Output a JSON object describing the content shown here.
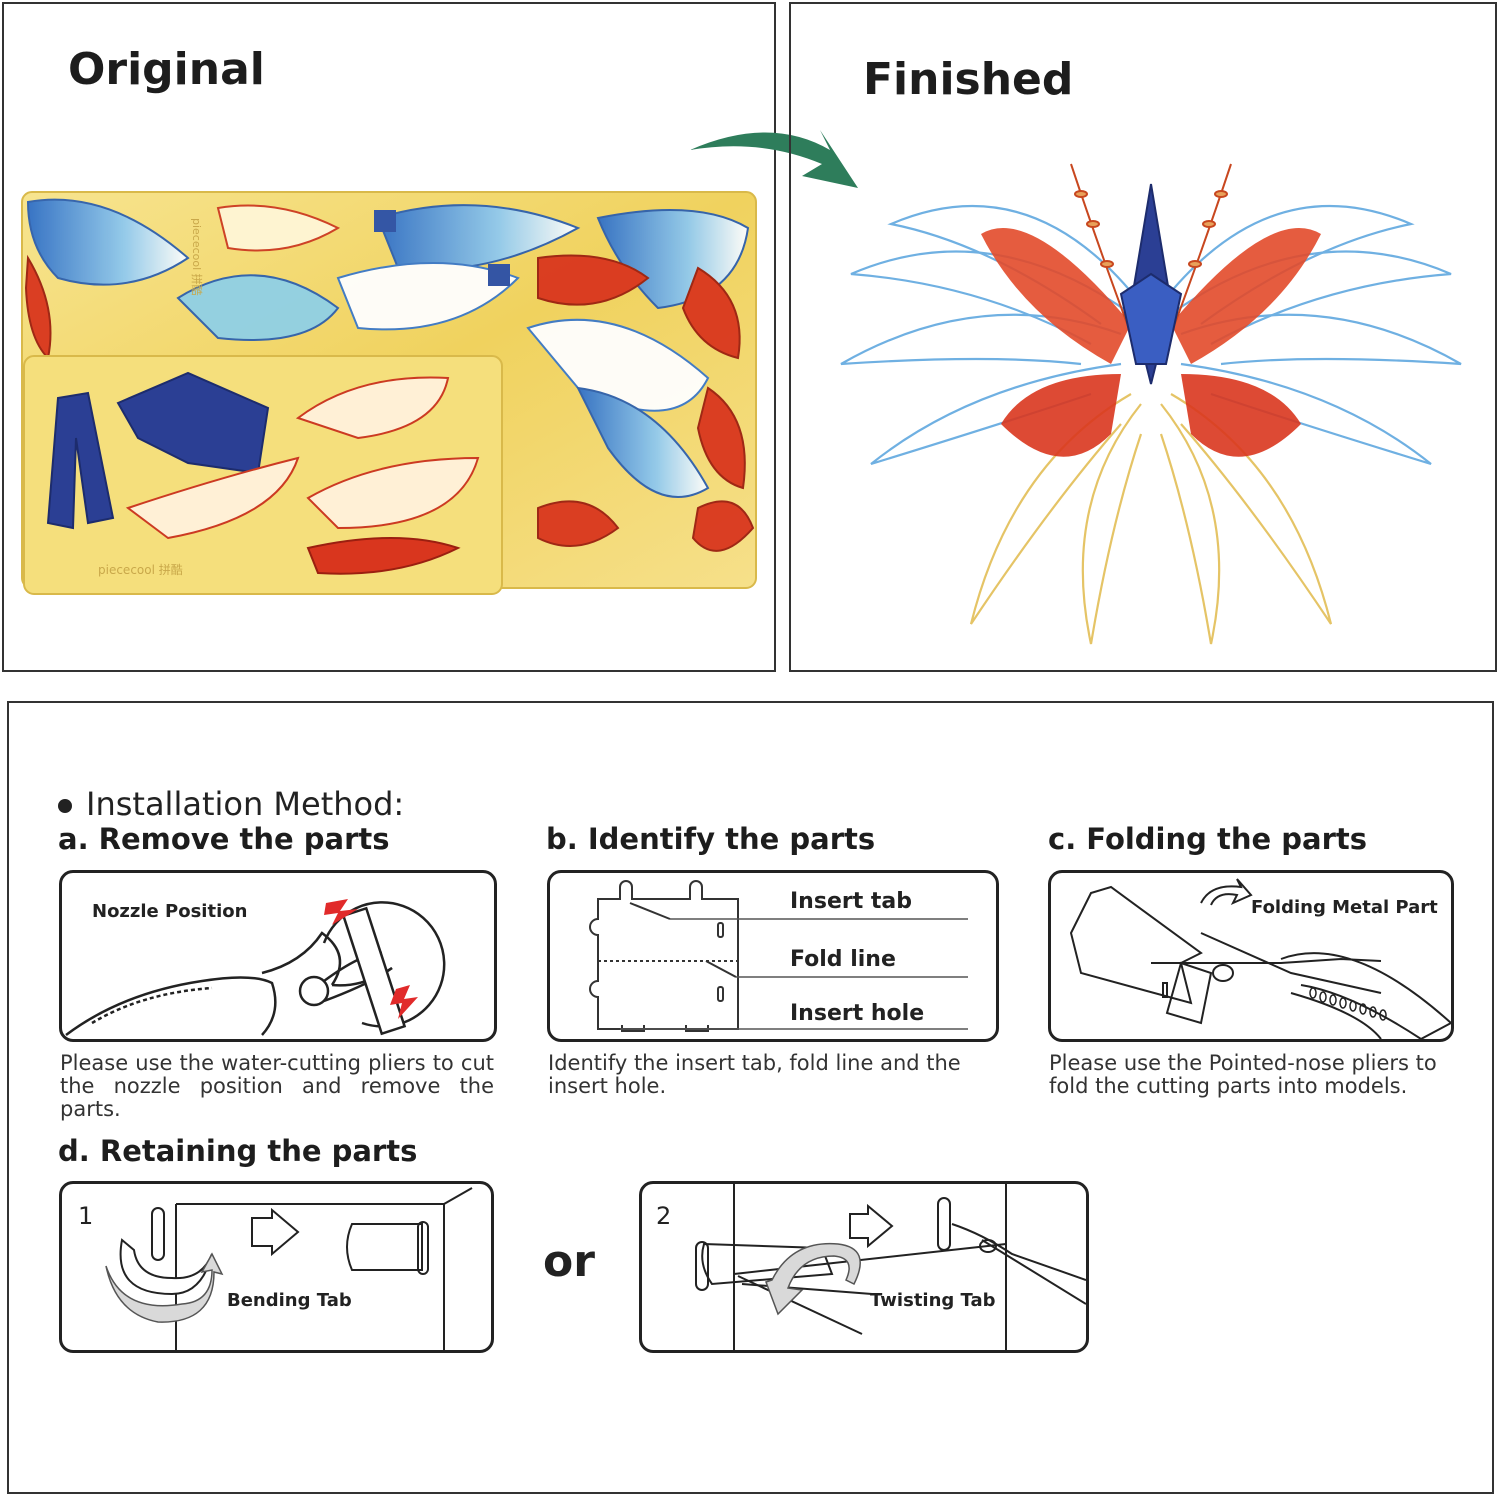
{
  "top": {
    "original_title": "Original",
    "finished_title": "Finished",
    "plate_brand_1": "piececool 拼酷",
    "plate_brand_2": "piececool 拼酷"
  },
  "install": {
    "heading": "Installation Method:",
    "a": {
      "title": "a. Remove the parts",
      "label": "Nozzle Position",
      "caption": "Please use the water-cutting pliers to cut the nozzle position and remove the parts."
    },
    "b": {
      "title": "b. Identify the parts",
      "label_tab": "Insert tab",
      "label_fold": "Fold line",
      "label_hole": "Insert hole",
      "caption": "Identify the insert tab, fold line and the insert hole."
    },
    "c": {
      "title": "c. Folding the parts",
      "label": "Folding Metal Part",
      "caption": "Please use the Pointed-nose pliers to fold the cutting parts into models."
    },
    "d": {
      "title": "d. Retaining the parts",
      "step1_num": "1",
      "step1_label": "Bending Tab",
      "or_label": "or",
      "step2_num": "2",
      "step2_label": "Twisting Tab"
    }
  },
  "colors": {
    "gold": "#f2d56a",
    "blue": "#3a6fc4",
    "red": "#d9361e",
    "arrow_green": "#2e7d5b"
  }
}
